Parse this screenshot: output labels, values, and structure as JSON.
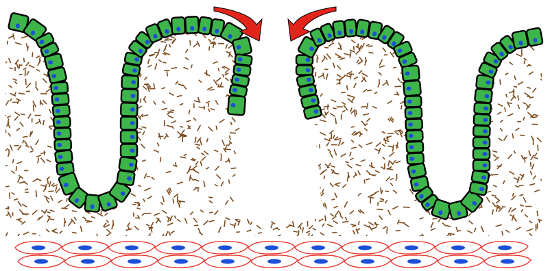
{
  "diagram": {
    "subject": "epithelial-lining-with-erosion",
    "colors": {
      "background": "#ffffff",
      "epithelial_cell_fill": "#3db54a",
      "cell_outline": "#000000",
      "nucleus": "#1c4fd8",
      "connective_tissue_fibers": "#7a4a1c",
      "muscle_cell_outline": "#e8332a",
      "arrow": "#e3241b"
    },
    "components": [
      "epithelium",
      "lamina-propria",
      "smooth-muscle-layer",
      "erosion-arrows"
    ],
    "muscle_layer": {
      "rows": 2,
      "cells_per_row": 11
    },
    "arrows": {
      "count": 2,
      "direction": "pointing-into-gap"
    }
  }
}
